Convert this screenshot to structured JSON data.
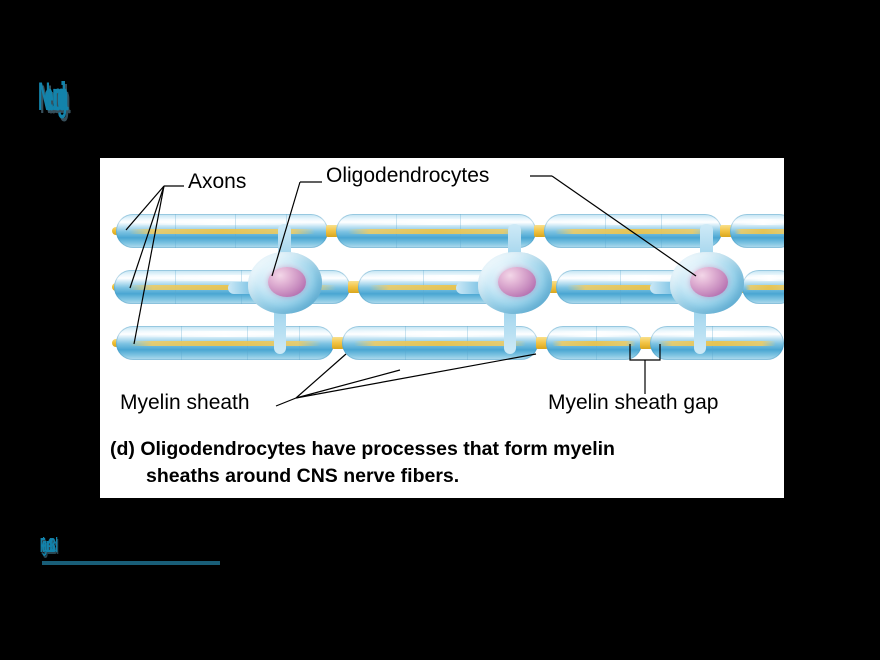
{
  "slide": {
    "background_color": "#000000",
    "title": "Neuroglia",
    "accent_color": "#1383ab",
    "citation": "Figure 11.3d"
  },
  "figure": {
    "panel_background": "#ffffff",
    "caption_letter": "(d)",
    "caption_line1": "(d) Oligodendrocytes have processes that form myelin",
    "caption_line2": "sheaths around CNS nerve fibers.",
    "labels": {
      "axons": "Axons",
      "oligodendrocytes": "Oligodendrocytes",
      "myelin_sheath": "Myelin sheath",
      "myelin_sheath_gap": "Myelin sheath gap"
    },
    "colors": {
      "myelin": "#7dc3e2",
      "axon_core": "#f0c43f",
      "node": "#f2c343",
      "cell_body": "#9bd4ec",
      "nucleus": "#c98ec0"
    },
    "structure": {
      "axon_rows": 3,
      "oligodendrocytes_shown": 3,
      "nodes_per_row": 3
    }
  }
}
